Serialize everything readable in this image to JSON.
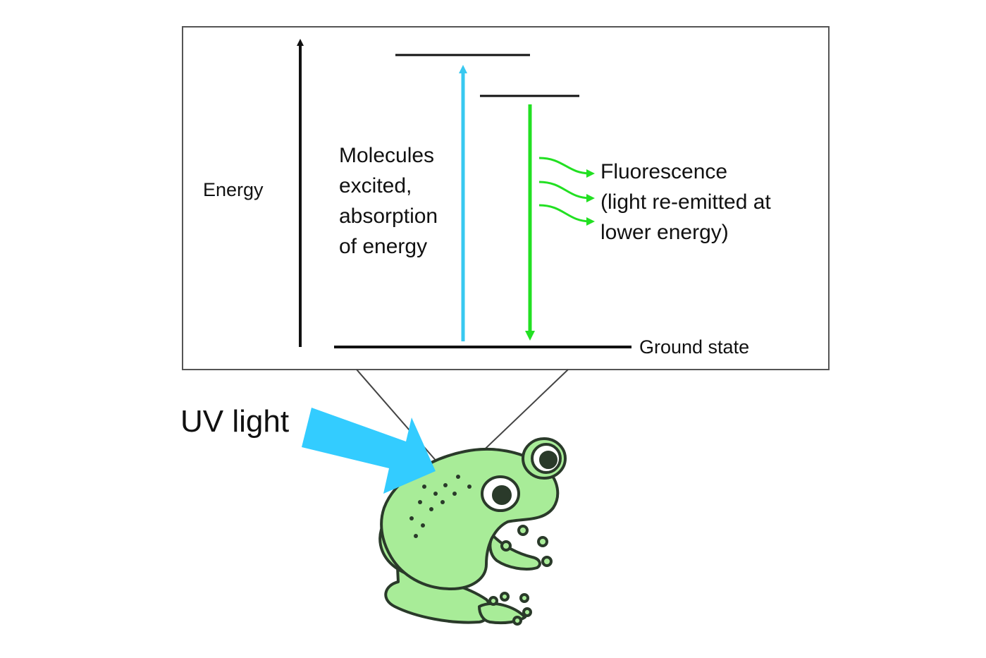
{
  "diagram": {
    "energy_label": "Energy",
    "absorption_label": [
      "Molecules",
      "excited,",
      "absorption",
      "of energy"
    ],
    "fluorescence_label": [
      "Fluorescence",
      "(light re-emitted at",
      "lower energy)"
    ],
    "ground_state_label": "Ground state",
    "uv_label": "UV light"
  },
  "colors": {
    "absorption_arrow": "#38c8f0",
    "emission_arrow": "#22e022",
    "uv_arrow": "#33ccff",
    "frog_body": "#a8ec98",
    "frog_outline": "#2a3a2a",
    "box_border": "#555555"
  },
  "icons": {
    "frog": "frog-illustration"
  }
}
